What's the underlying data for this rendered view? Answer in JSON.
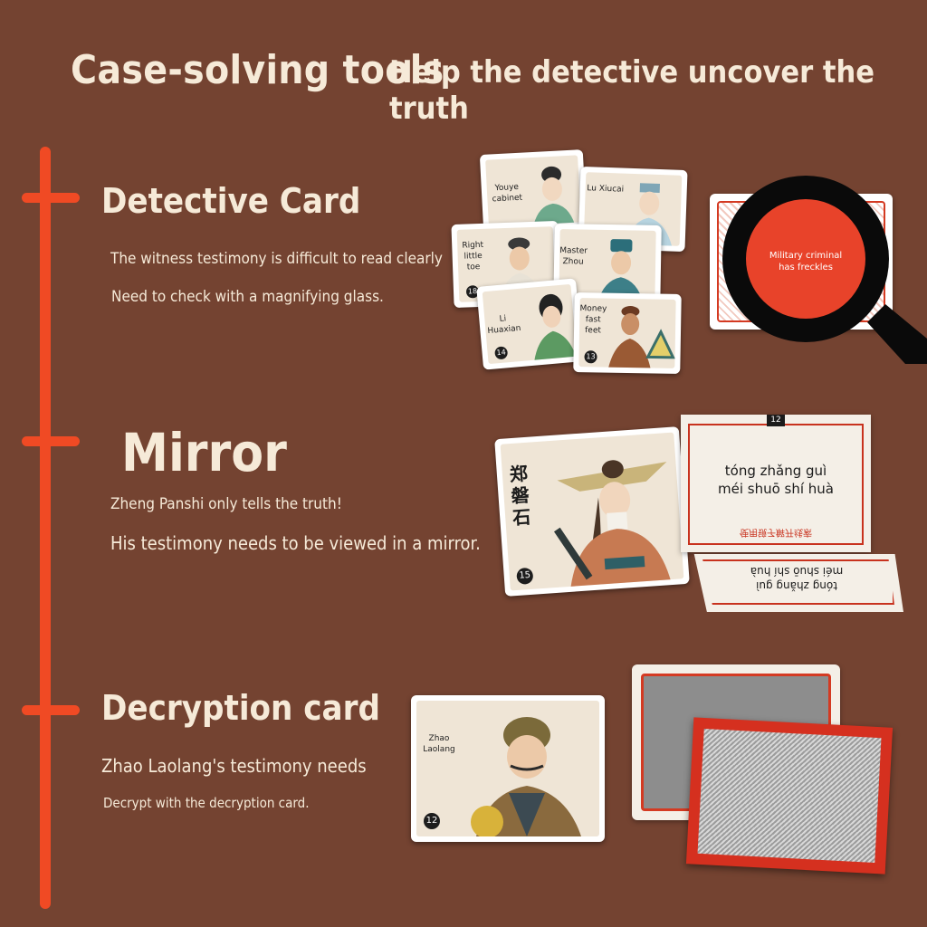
{
  "header": {
    "title": "Case-solving tools",
    "subtitle": "Help the detective uncover the truth"
  },
  "colors": {
    "background": "#744331",
    "accent": "#f04a24",
    "text": "#f6ead8"
  },
  "sections": {
    "detective": {
      "title": "Detective Card",
      "line1": "The witness testimony is difficult to read clearly",
      "line2": "Need to check with a magnifying glass.",
      "cards": [
        {
          "name": "Youye cabinet"
        },
        {
          "name": "Lu Xiucai"
        },
        {
          "name": "Right little toe",
          "number": "18"
        },
        {
          "name": "Master Zhou"
        },
        {
          "name": "Li Huaxian",
          "number": "14"
        },
        {
          "name": "Money fast feet",
          "number": "13"
        }
      ],
      "magnifier_text": "Military criminal has freckles"
    },
    "mirror": {
      "title": "Mirror",
      "line1": "Zheng Panshi only tells the truth!",
      "line2": "His testimony needs to be viewed in a mirror.",
      "card_number": "15",
      "card_chinese_name": "郑磐石",
      "mirror_number": "12",
      "pinyin_line1": "tóng zhǎng guì",
      "pinyin_line2": "méi shuō shí huà",
      "hint_red": "使用镜子解开线索"
    },
    "decryption": {
      "title": "Decryption card",
      "line1": "Zhao Laolang's testimony needs",
      "line2": "Decrypt with the decryption card.",
      "card_name": "Zhao Laolang",
      "card_number": "12"
    }
  }
}
